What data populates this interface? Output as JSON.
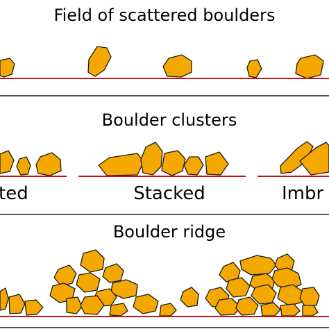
{
  "colors": {
    "boulder_fill": "#f5a800",
    "boulder_stroke": "#1a1a1a",
    "ground_line": "#cc1111",
    "divider_line": "#1a1a1a",
    "background": "#ffffff"
  },
  "panels": {
    "scattered": {
      "title": "Field of scattered boulders"
    },
    "clusters": {
      "title": "Boulder clusters",
      "labels": {
        "left": "ted",
        "middle": "Stacked",
        "right": "Imbr"
      }
    },
    "ridge": {
      "title": "Boulder ridge"
    }
  }
}
